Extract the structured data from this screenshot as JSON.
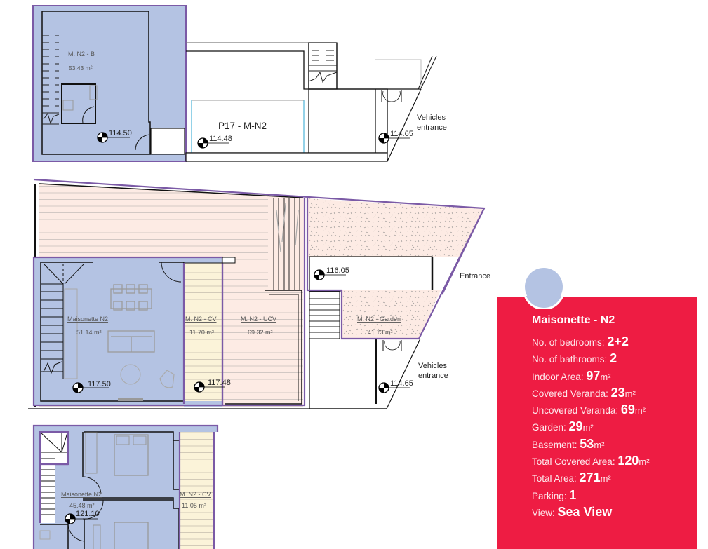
{
  "plan": {
    "basement": {
      "room_label": "M. N2 - B",
      "room_area": "53.43 m²",
      "elevation": "114.50",
      "parking_label": "P17 - M-N2",
      "parking_elevation": "114.48",
      "vehicles_entrance": [
        "Vehicles",
        "entrance"
      ],
      "vehicles_elevation": "114.65"
    },
    "ground": {
      "living_label": "Maisonette N2",
      "living_area": "51.14 m²",
      "living_elevation": "117.50",
      "cv_label": "M. N2 - CV",
      "cv_area": "11.70 m²",
      "cv_elevation": "117.48",
      "ucv_label": "M. N2 - UCV",
      "ucv_area": "69.32 m²",
      "garden_label": "M. N2 - Garden",
      "garden_area": "41.73 m²",
      "entrance_elevation": "116.05",
      "entrance_label": "Entrance",
      "vehicles_entrance": [
        "Vehicles",
        "entrance"
      ],
      "vehicles_elevation": "114.65"
    },
    "first": {
      "living_label": "Maisonette N2",
      "living_area": "45.48 m²",
      "living_elevation": "121.10",
      "cv_label": "M. N2 - CV",
      "cv_area": "11.05 m²"
    }
  },
  "card": {
    "title": "Maisonette - N2",
    "rows": [
      {
        "label": "No. of bedrooms: ",
        "value": "2+2",
        "unit": ""
      },
      {
        "label": "No. of bathrooms: ",
        "value": "2",
        "unit": ""
      },
      {
        "label": "Indoor Area: ",
        "value": "97",
        "unit": "m²"
      },
      {
        "label": "Covered Veranda: ",
        "value": "23",
        "unit": "m²"
      },
      {
        "label": "Uncovered Veranda: ",
        "value": "69",
        "unit": "m²"
      },
      {
        "label": "Garden: ",
        "value": "29",
        "unit": "m²"
      },
      {
        "label": "Basement: ",
        "value": "53",
        "unit": "m²"
      },
      {
        "label": "Total Covered Area: ",
        "value": "120",
        "unit": "m²"
      },
      {
        "label": "Total Area:  ",
        "value": "271",
        "unit": "m²"
      },
      {
        "label": "Parking:  ",
        "value": "1",
        "unit": ""
      },
      {
        "label": "View:  ",
        "value": "Sea View",
        "unit": ""
      }
    ]
  },
  "colors": {
    "card_red": "#ee1c43",
    "room_blue": "#b4c3e3",
    "veranda_pink": "#fdebe4",
    "cv_cream": "#fbf3d9",
    "outline_purple": "#7b5aa6"
  }
}
